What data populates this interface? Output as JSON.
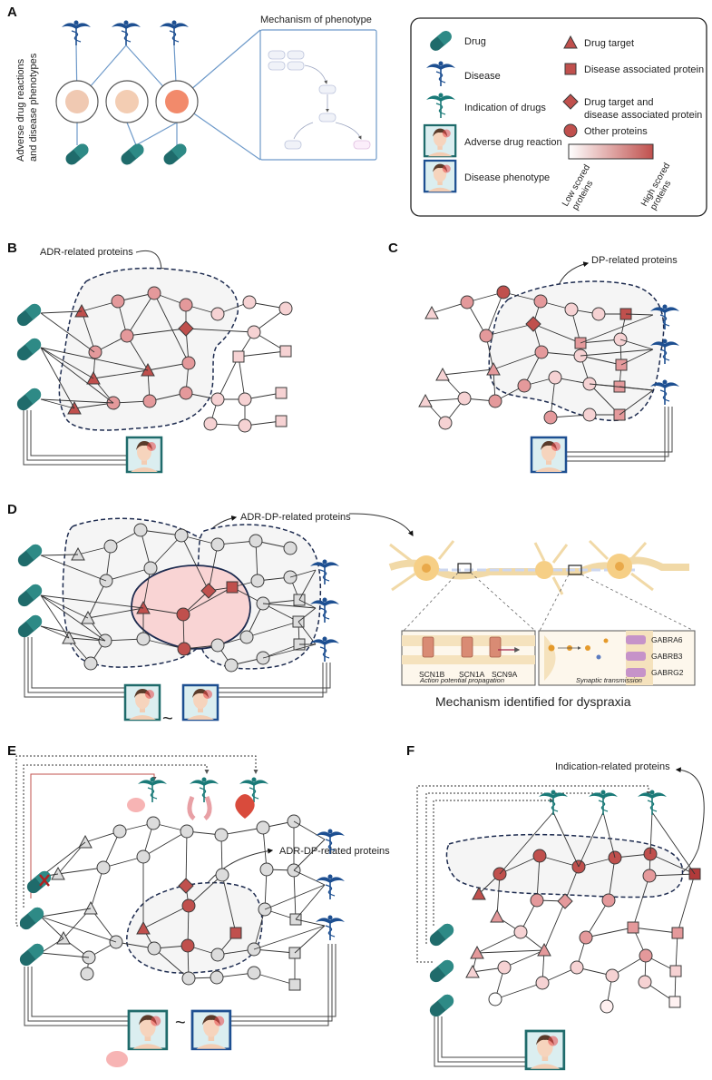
{
  "panels": {
    "a": {
      "letter": "A",
      "side_label_line1": "Adverse drug reactions",
      "side_label_line2": "and disease phenotypes",
      "mechanism_title": "Mechanism of phenotype"
    },
    "b": {
      "letter": "B",
      "callout": "ADR-related proteins"
    },
    "c": {
      "letter": "C",
      "callout": "DP-related proteins"
    },
    "d": {
      "letter": "D",
      "callout": "ADR-DP-related proteins",
      "tilde": "~",
      "genes_left": [
        "SCN1B",
        "SCN1A",
        "SCN9A"
      ],
      "genes_right": [
        "GABRA6",
        "GABRB3",
        "GABRG2"
      ],
      "caption_left": "Action potential propagation",
      "caption_right": "Synaptic transmission",
      "mechanism_caption": "Mechanism identified for dyspraxia"
    },
    "e": {
      "letter": "E",
      "callout": "ADR-DP-related proteins",
      "tilde": "~"
    },
    "f": {
      "letter": "F",
      "callout": "Indication-related proteins"
    }
  },
  "legend": {
    "items_left": [
      {
        "label": "Drug",
        "icon": "pill-icon"
      },
      {
        "label": "Disease",
        "icon": "caduceus-blue-icon"
      },
      {
        "label": "Indication of drugs",
        "icon": "caduceus-teal-icon"
      },
      {
        "label": "Adverse drug reaction",
        "icon": "adr-face-icon"
      },
      {
        "label": "Disease phenotype",
        "icon": "dp-face-icon"
      }
    ],
    "items_right": [
      {
        "label": "Drug target",
        "icon": "triangle-icon"
      },
      {
        "label": "Disease associated protein",
        "icon": "square-icon"
      },
      {
        "label": "Drug target and",
        "label2": "disease associated protein",
        "icon": "diamond-icon"
      },
      {
        "label": "Other proteins",
        "icon": "circle-icon"
      }
    ],
    "gradient_low_line1": "Low scored",
    "gradient_low_line2": "proteins",
    "gradient_high_line1": "High scored",
    "gradient_high_line2": "proteins"
  },
  "colors": {
    "drug": "#1f6b6b",
    "disease": "#1d4f91",
    "indication": "#1a7a78",
    "protein_high": "#c0504d",
    "protein_mid": "#e4999b",
    "protein_low": "#f6d2d3",
    "protein_grey": "#dcdcdc",
    "highlight_region": "#f9d4d4"
  }
}
